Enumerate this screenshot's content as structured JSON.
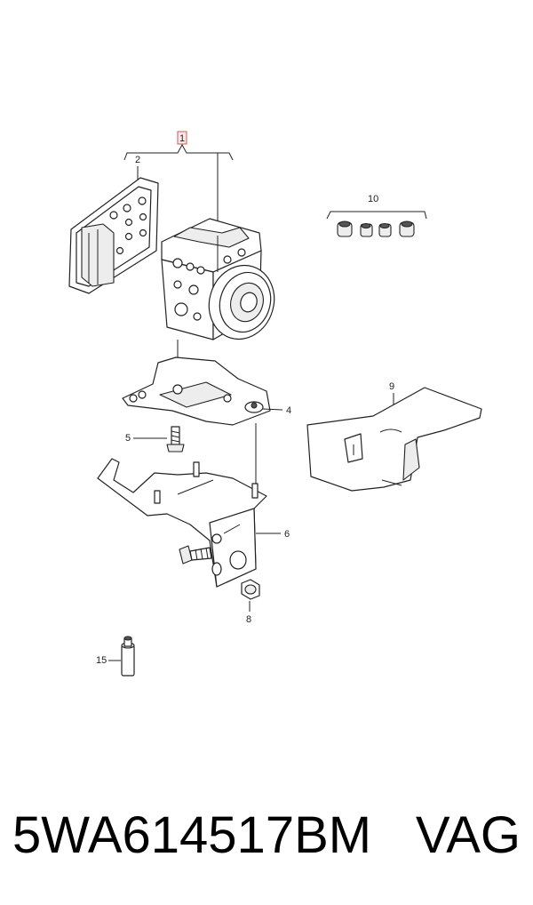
{
  "callouts": {
    "c1": "1",
    "c2": "2",
    "c4": "4",
    "c5": "5",
    "c6": "6",
    "c8": "8",
    "c9": "9",
    "c10": "10",
    "c15": "15"
  },
  "caption": {
    "part_number": "5WA614517BM",
    "brand": "VAG"
  },
  "colors": {
    "highlight": "#d9534f",
    "line": "#222222"
  }
}
